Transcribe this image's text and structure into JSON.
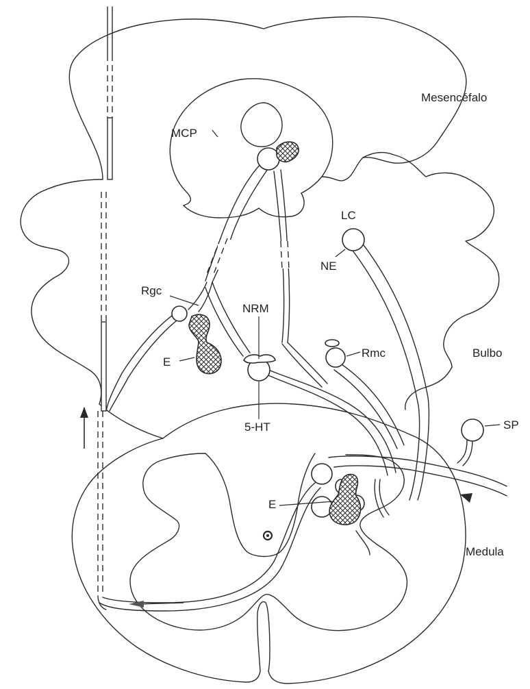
{
  "labels": {
    "mesencefalo": "Mesencéfalo",
    "mcp": "MCP",
    "lc": "LC",
    "ne": "NE",
    "rgc": "Rgc",
    "nrm": "NRM",
    "e_upper": "E",
    "rmc": "Rmc",
    "bulbo": "Bulbo",
    "five_ht": "5-HT",
    "sp": "SP",
    "e_lower": "E",
    "medula": "Medula"
  },
  "colors": {
    "line": "#2a2a2a",
    "background": "#ffffff"
  }
}
